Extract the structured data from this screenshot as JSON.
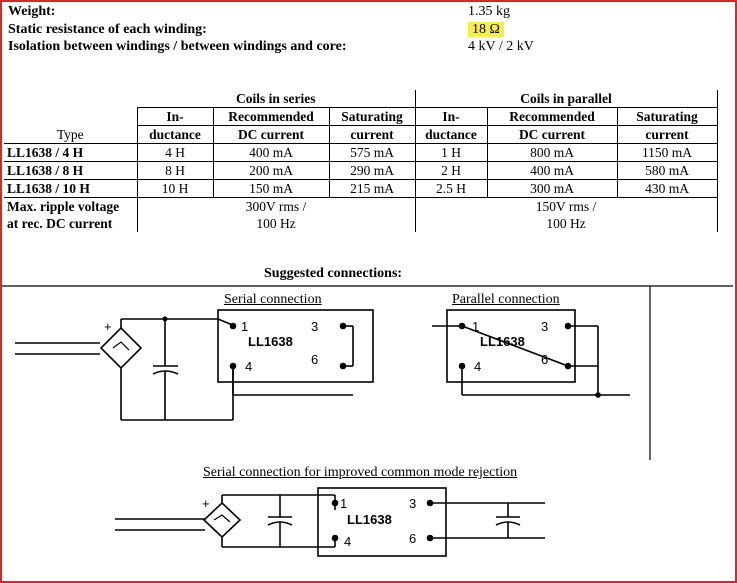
{
  "specs": {
    "weight_label": "Weight:",
    "weight_value": "1.35 kg",
    "resistance_label": "Static resistance of each winding:",
    "resistance_value": "18 Ω",
    "isolation_label": "Isolation between windings / between windings and core:",
    "isolation_value": "4 kV / 2 kV"
  },
  "table": {
    "group_series": "Coils in series",
    "group_parallel": "Coils in parallel",
    "col_type": "Type",
    "col_ind_1": "In-",
    "col_ind_2": "ductance",
    "col_rec_1": "Recommended",
    "col_rec_2": "DC current",
    "col_sat_1": "Saturating",
    "col_sat_2": "current",
    "rows": [
      {
        "type": "LL1638 / 4 H",
        "s_ind": "4 H",
        "s_rec": "400 mA",
        "s_sat": "575 mA",
        "p_ind": "1 H",
        "p_rec": "800 mA",
        "p_sat": "1150 mA"
      },
      {
        "type": "LL1638 / 8 H",
        "s_ind": "8 H",
        "s_rec": "200 mA",
        "s_sat": "290 mA",
        "p_ind": "2 H",
        "p_rec": "400 mA",
        "p_sat": "580 mA"
      },
      {
        "type": "LL1638 / 10 H",
        "s_ind": "10 H",
        "s_rec": "150 mA",
        "s_sat": "215 mA",
        "p_ind": "2.5 H",
        "p_rec": "300 mA",
        "p_sat": "430 mA"
      }
    ],
    "ripple_label_1": "Max. ripple voltage",
    "ripple_label_2": "at rec. DC current",
    "ripple_series_1": "300V rms /",
    "ripple_series_2": "100 Hz",
    "ripple_parallel_1": "150V rms /",
    "ripple_parallel_2": "100 Hz"
  },
  "connections": {
    "title": "Suggested connections:",
    "serial_title": "Serial connection",
    "parallel_title": "Parallel  connection",
    "cmr_title": "Serial connection for improved common mode rejection",
    "part": "LL1638",
    "pin1": "1",
    "pin3": "3",
    "pin4": "4",
    "pin6": "6",
    "plus": "+"
  },
  "colors": {
    "border": "#e0251f",
    "highlight": "#f6ef4a"
  }
}
